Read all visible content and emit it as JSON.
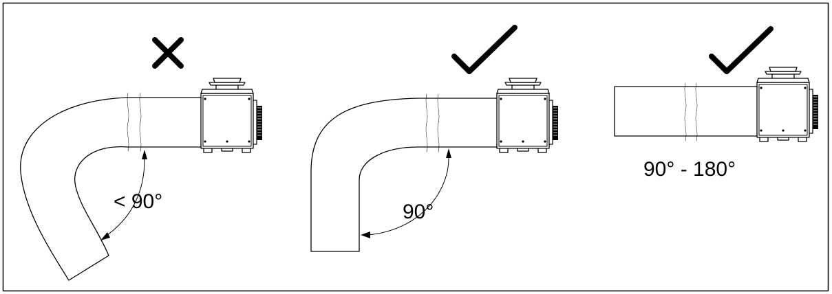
{
  "panels": [
    {
      "status": "incorrect",
      "status_icon": "cross-icon",
      "angle_label": "< 90°"
    },
    {
      "status": "correct",
      "status_icon": "check-icon",
      "angle_label": "90°"
    },
    {
      "status": "correct",
      "status_icon": "check-icon",
      "angle_label": "90° - 180°"
    }
  ],
  "colors": {
    "line": "#000000",
    "background": "#ffffff"
  }
}
